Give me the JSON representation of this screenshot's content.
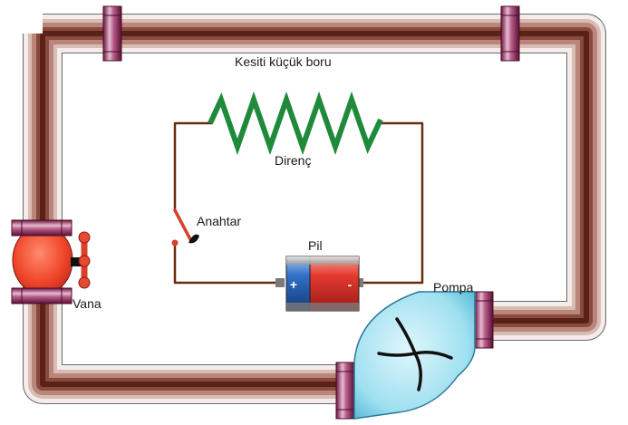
{
  "labels": {
    "pipe": "Kesiti küçük boru",
    "resistor": "Direnç",
    "switch": "Anahtar",
    "battery": "Pil",
    "pump": "Pompa",
    "valve": "Vana"
  },
  "battery_terminals": {
    "positive": "+",
    "negative": "-"
  },
  "colors": {
    "pipe_inner": "#5a2118",
    "pipe_mid": "#b9867c",
    "pipe_outer": "#f3ece9",
    "pipe_border": "#6a6a6a",
    "wire": "#6b2a10",
    "resistor": "#1f8a3a",
    "switch": "#d8402a",
    "valve_body": "#f0462a",
    "flange": "#8a1e4e",
    "pump": "#9fe0f0",
    "battery_red": "#e43a30",
    "battery_blue": "#3070c8"
  },
  "icons": [
    "valve-icon",
    "pump-icon",
    "battery-icon",
    "resistor-icon",
    "switch-icon",
    "flange-icon"
  ]
}
